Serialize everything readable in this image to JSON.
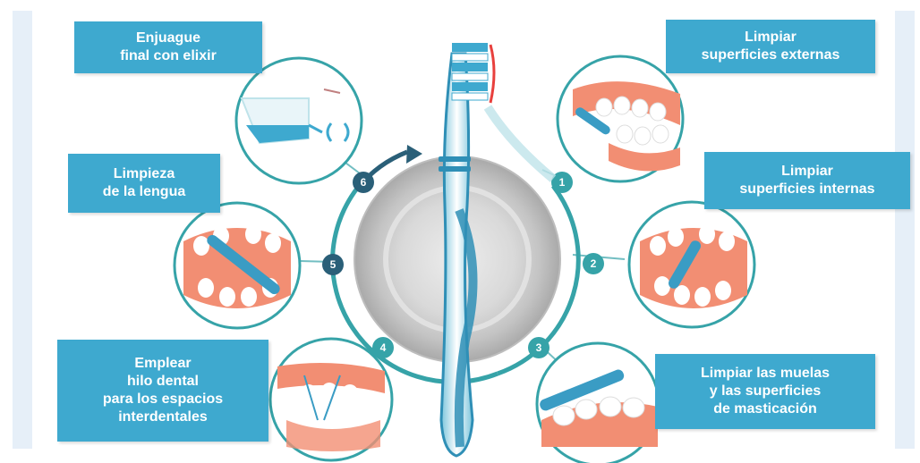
{
  "colors": {
    "accent": "#3ea9cf",
    "ring": "#36a3a8",
    "ring_dark": "#2a5f78",
    "gum": "#f28e73",
    "tooth": "#ffffff",
    "brush": "#3a9cc4"
  },
  "steps": [
    {
      "number": "1",
      "label": "Limpiar\nsuperficies externas"
    },
    {
      "number": "2",
      "label": "Limpiar\nsuperficies internas"
    },
    {
      "number": "3",
      "label": "Limpiar las muelas\ny las superficies\nde masticación"
    },
    {
      "number": "4",
      "label": "Emplear\nhilo dental\npara los espacios\ninterdentales"
    },
    {
      "number": "5",
      "label": "Limpieza\nde la lengua"
    },
    {
      "number": "6",
      "label": "Enjuague\nfinal con elixir"
    }
  ],
  "icons": {
    "center": "toothbrush-icon",
    "step1": "outer-surfaces-brushing-icon",
    "step2": "inner-surfaces-brushing-icon",
    "step3": "molar-chewing-surfaces-icon",
    "step4": "dental-floss-icon",
    "step5": "tongue-cleaning-icon",
    "step6": "mouthwash-icon"
  }
}
